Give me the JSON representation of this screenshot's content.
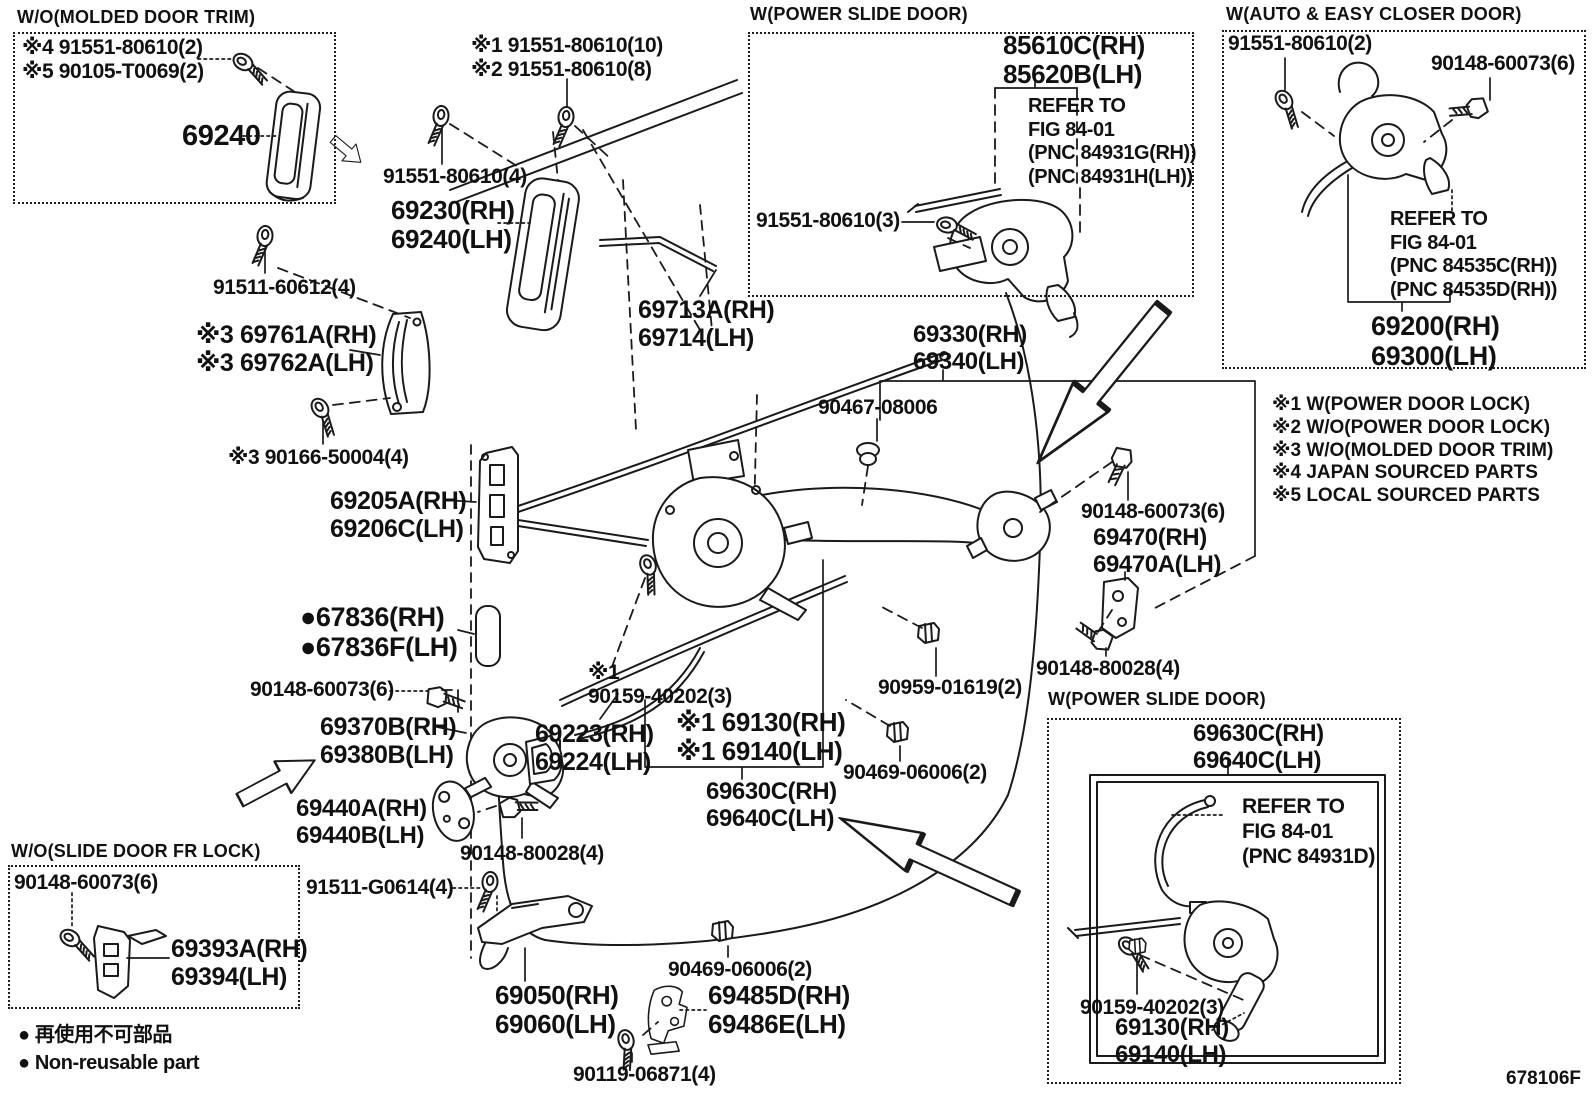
{
  "figure": {
    "code": "678106F"
  },
  "boxes": {
    "molded_trim": {
      "title": "W/O(MOLDED DOOR TRIM)"
    },
    "power_slide_top": {
      "title": "W(POWER SLIDE DOOR)"
    },
    "auto_easy_closer": {
      "title": "W(AUTO & EASY CLOSER DOOR)"
    },
    "slide_door_fr_lock": {
      "title": "W/O(SLIDE DOOR FR LOCK)"
    },
    "power_slide_bottom": {
      "title": "W(POWER SLIDE DOOR)"
    }
  },
  "labels": {
    "trim_screws": "※4 91551-80610(2)\n※5 90105-T0069(2)",
    "trim_handle": "69240",
    "screws_10_8": "※1 91551-80610(10)\n※2 91551-80610(8)",
    "screws_4": "91551-80610(4)",
    "front_handle": "69230(RH)\n69240(LH)",
    "screw_61612": "91511-60612(4)",
    "handle_bezel": "※3 69761A(RH)\n※3 69762A(LH)",
    "screw_50004": "※3 90166-50004(4)",
    "link_rod": "69713A(RH)\n69714(LH)",
    "handle_frame": "69205A(RH)\n69206C(LH)",
    "check_assy": "69330(RH)\n69340(LH)",
    "grommet_08006": "90467-08006",
    "cushion_67836": "●67836(RH)\n●67836F(LH)",
    "bolt_60073_left": "90148-60073(6)",
    "remote_control": "69370B(RH)\n69380B(LH)",
    "control_cable": "69223(RH)\n69224(LH)",
    "screw_40202_main": "※1\n90159-40202(3)",
    "lock_main": "※1 69130(RH)\n※1 69140(LH)",
    "lock_cover_mid": "69630C(RH)\n69640C(LH)",
    "clip_06006_mid": "90469-06006(2)",
    "clip_01619": "90959-01619(2)",
    "bolt_80028_right": "90148-80028(4)",
    "bolt_60073_right": "90148-60073(6)",
    "striker_69470": "69470(RH)\n69470A(LH)",
    "hinge_69440": "69440A(RH)\n69440B(LH)",
    "bolt_80028_left": "90148-80028(4)",
    "screw_g0614": "91511-G0614(4)",
    "lower_hinge_69050": "69050(RH)\n69060(LH)",
    "clip_06006_bottom": "90469-06006(2)",
    "stopper_69485": "69485D(RH)\n69486E(LH)",
    "bolt_06871": "90119-06871(4)",
    "ps_top_motor": "85610C(RH)\n85620B(LH)",
    "ps_top_refer": "REFER TO\nFIG 84-01\n(PNC 84931G(RH))\n(PNC 84931H(LH))",
    "ps_top_screw": "91551-80610(3)",
    "ae_screw": "91551-80610(2)",
    "ae_bolt": "90148-60073(6)",
    "ae_refer": "REFER TO\nFIG 84-01\n(PNC 84535C(RH))\n(PNC 84535D(RH))",
    "ae_lock": "69200(RH)\n69300(LH)",
    "fr_bolt": "90148-60073(6)",
    "fr_striker": "69393A(RH)\n69394(LH)",
    "ps_bot_cover": "69630C(RH)\n69640C(LH)",
    "ps_bot_refer": "REFER TO\nFIG 84-01\n(PNC 84931D)",
    "ps_bot_screw": "90159-40202(3)",
    "ps_bot_lock": "69130(RH)\n69140(LH)"
  },
  "notes": {
    "n1": "※1 W(POWER DOOR LOCK)",
    "n2": "※2 W/O(POWER DOOR LOCK)",
    "n3": "※3 W/O(MOLDED DOOR TRIM)",
    "n4": "※4 JAPAN SOURCED PARTS",
    "n5": "※5 LOCAL SOURCED PARTS"
  },
  "legend": {
    "jp": "● 再使用不可部品",
    "en": "● Non-reusable part"
  }
}
